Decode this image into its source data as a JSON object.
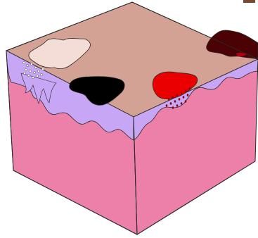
{
  "figure": {
    "description_visible": false,
    "palette": {
      "background": "#ffffff",
      "skin_surface": "#d4a294",
      "epidermis_band": "#c7a6f5",
      "dermis_side": "#ec80a8",
      "outline": "#2a2a2a",
      "lesion_pale": "#f3ddd6",
      "lesion_black": "#000000",
      "lesion_red": "#ea0000",
      "lesion_dark_maroon": "#4a0205",
      "lesion_red_dots": "#8b0000",
      "epidermis_dots": "#ffffff",
      "corner_tab": "#7a4a2c"
    },
    "elements": [
      "skin-block",
      "top-surface",
      "epidermis-layer",
      "dermis-front-face",
      "dermis-right-face",
      "pale-lesion",
      "black-lesion",
      "red-lesion",
      "dark-maroon-lesion",
      "epidermis-dot-cluster",
      "red-dot-cluster"
    ]
  }
}
